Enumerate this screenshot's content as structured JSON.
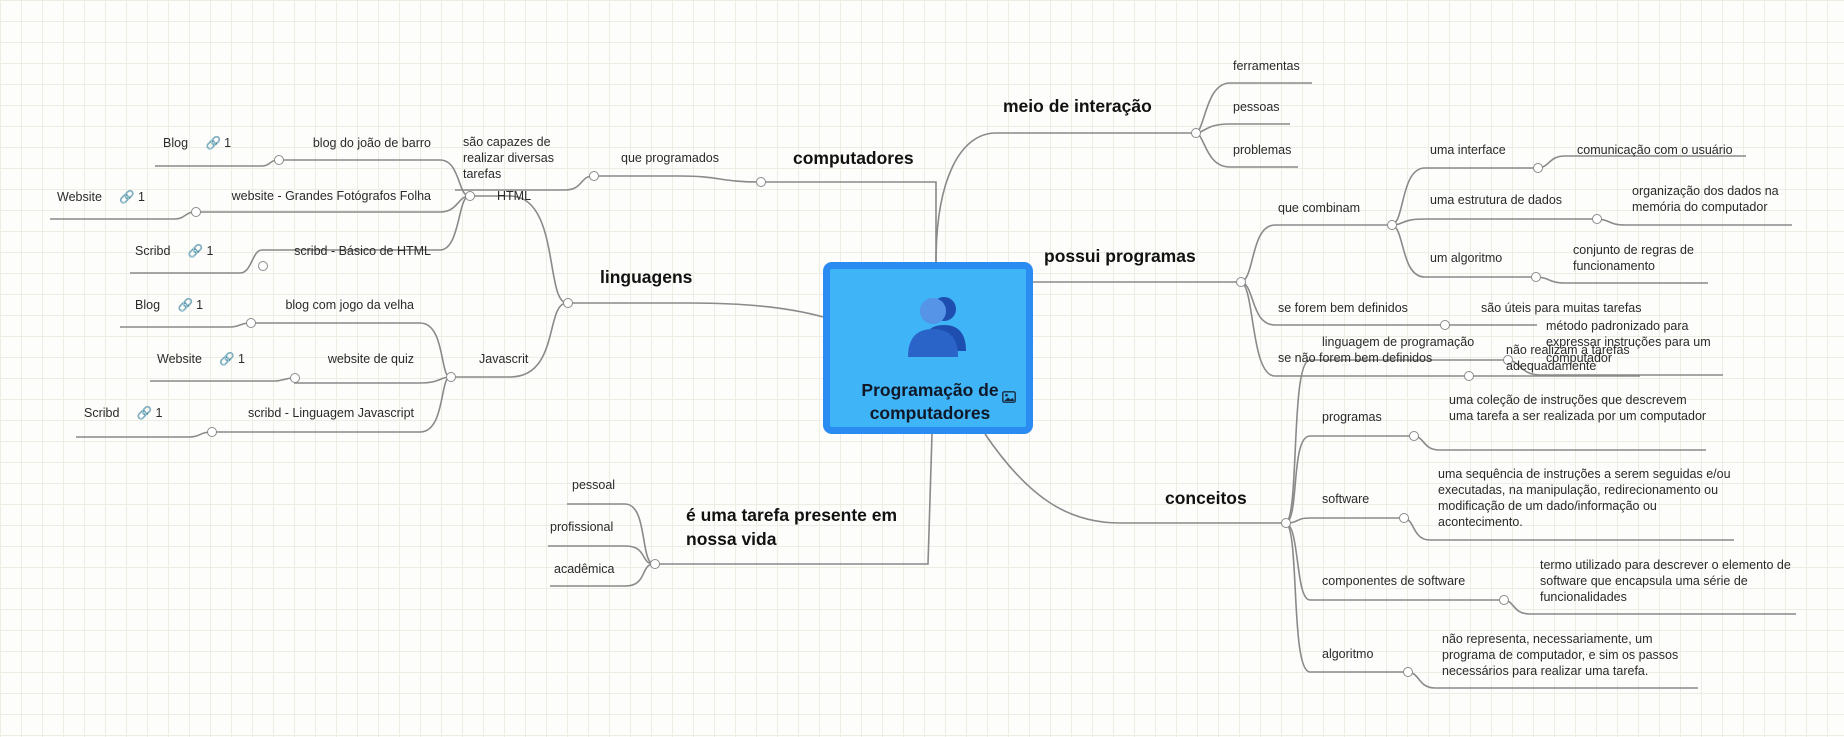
{
  "root": {
    "title": "Programação de computadores",
    "icon": "users-group-icon",
    "image_icon": "image-icon"
  },
  "colors": {
    "root_fill": "#3fb4f6",
    "root_border": "#2a8cf0",
    "line": "#8a8a8a"
  },
  "right": {
    "meio": {
      "label": "meio de interação",
      "items": [
        "ferramentas",
        "pessoas",
        "problemas"
      ]
    },
    "possui": {
      "label": "possui programas",
      "que_combinam": {
        "label": "que combinam",
        "items": [
          {
            "label": "uma interface",
            "child": "comunicação com o usuário"
          },
          {
            "label": "uma estrutura de dados",
            "child": "organização dos dados na memória do computador"
          },
          {
            "label": "um algoritmo",
            "child": "conjunto de regras de funcionamento"
          }
        ]
      },
      "bem": {
        "label": "se forem bem definidos",
        "child": "são úteis para muitas tarefas"
      },
      "nao_bem": {
        "label": "se não forem bem definidos",
        "child": "não realizam a tarefas adequadamente"
      }
    },
    "conceitos": {
      "label": "conceitos",
      "items": [
        {
          "label": "linguagem de programação",
          "child": "método padronizado para expressar instruções para um computador"
        },
        {
          "label": "programas",
          "child": "uma coleção de instruções que descrevem uma tarefa a ser realizada por um computador"
        },
        {
          "label": "software",
          "child": "uma sequência de instruções a serem seguidas e/ou executadas, na manipulação, redirecionamento ou modificação de um dado/informação ou acontecimento."
        },
        {
          "label": "componentes de software",
          "child": "termo utilizado para descrever o elemento de software que encapsula uma série de funcionalidades"
        },
        {
          "label": "algoritmo",
          "child": "não representa, necessariamente, um programa de computador, e sim os passos necessários para realizar uma tarefa."
        }
      ]
    }
  },
  "left": {
    "computadores": {
      "label": "computadores",
      "child": "que programados",
      "grandchild": "são capazes de realizar diversas tarefas"
    },
    "linguagens": {
      "label": "linguagens",
      "html": {
        "label": "HTML",
        "items": [
          {
            "label": "blog do joão de barro",
            "link": "Blog",
            "count": "1"
          },
          {
            "label": "website - Grandes Fotógrafos Folha",
            "link": "Website",
            "count": "1"
          },
          {
            "label": "scribd - Básico de HTML",
            "link": "Scribd",
            "count": "1"
          }
        ]
      },
      "js": {
        "label": "Javascrit",
        "items": [
          {
            "label": "blog com jogo da velha",
            "link": "Blog",
            "count": "1"
          },
          {
            "label": "website de quiz",
            "link": "Website",
            "count": "1"
          },
          {
            "label": "scribd - Linguagem Javascript",
            "link": "Scribd",
            "count": "1"
          }
        ]
      }
    },
    "tarefa": {
      "label": "é uma tarefa presente em nossa vida",
      "items": [
        "pessoal",
        "profissional",
        "acadêmica"
      ]
    }
  }
}
